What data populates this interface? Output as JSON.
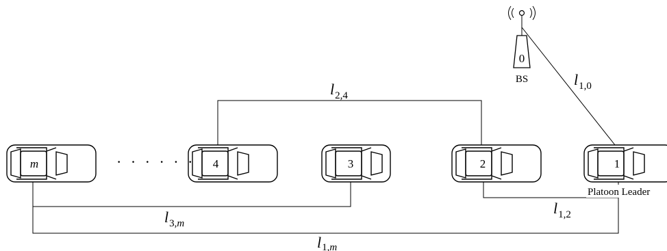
{
  "diagram": {
    "vehicles": [
      {
        "id": "m",
        "label": "m",
        "italic": true
      },
      {
        "id": "4",
        "label": "4",
        "italic": false
      },
      {
        "id": "3",
        "label": "3",
        "italic": false
      },
      {
        "id": "2",
        "label": "2",
        "italic": false
      },
      {
        "id": "1",
        "label": "1",
        "italic": false
      }
    ],
    "ellipsis": "· · · · · ·",
    "base_station": {
      "label": "BS",
      "number": "0"
    },
    "leader_label": "Platoon Leader",
    "links": {
      "l24": {
        "base": "l",
        "sub": "2,4"
      },
      "l10": {
        "base": "l",
        "sub": "1,0"
      },
      "l12": {
        "base": "l",
        "sub": "1,2"
      },
      "l3m": {
        "base": "l",
        "sub_num": "3,",
        "sub_var": "m"
      },
      "l1m": {
        "base": "l",
        "sub_num": "1,",
        "sub_var": "m"
      }
    }
  }
}
